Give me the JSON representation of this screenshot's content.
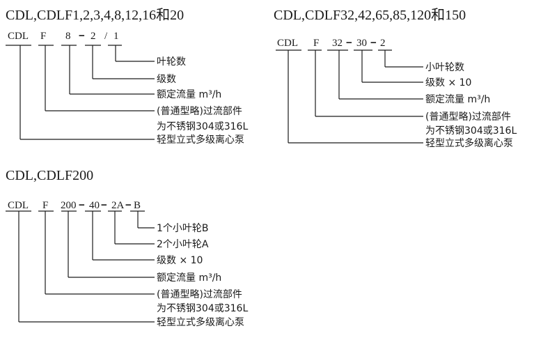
{
  "diagrams": [
    {
      "title": "CDL,CDLF1,2,3,4,8,12,16和20",
      "codes": [
        "CDL",
        "F",
        "8",
        "−",
        "2",
        "/",
        "1"
      ],
      "labels": [
        "叶轮数",
        "级数",
        "额定流量 m³/h",
        "(普通型略)过流部件",
        "为不锈钢304或316L",
        "轻型立式多级离心泵"
      ]
    },
    {
      "title": "CDL,CDLF32,42,65,85,120和150",
      "codes": [
        "CDL",
        "F",
        "32",
        "−",
        "30",
        "−",
        "2"
      ],
      "labels": [
        "小叶轮数",
        "级数 × 10",
        "额定流量 m³/h",
        "(普通型略)过流部件",
        "为不锈钢304或316L",
        "轻型立式多级离心泵"
      ]
    },
    {
      "title": "CDL,CDLF200",
      "codes": [
        "CDL",
        "F",
        "200",
        "−",
        "40",
        "−",
        "2A",
        "−",
        "B"
      ],
      "labels": [
        "1个小叶轮B",
        "2个小叶轮A",
        "级数 × 10",
        "额定流量 m³/h",
        "(普通型略)过流部件",
        "为不锈钢304或316L",
        "轻型立式多级离心泵"
      ]
    }
  ]
}
